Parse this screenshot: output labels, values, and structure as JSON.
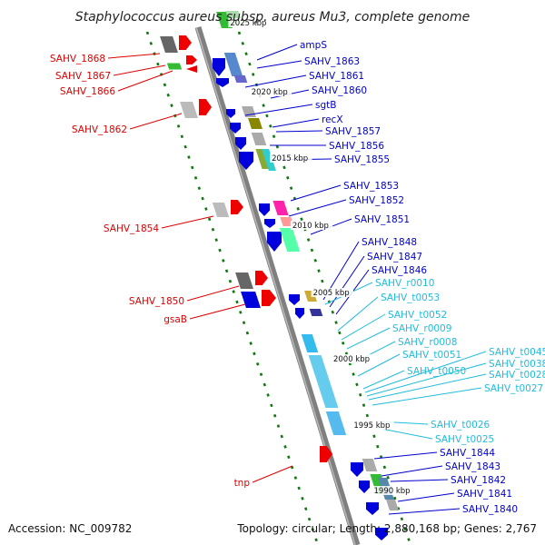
{
  "title": "Staphylococcus aureus subsp. aureus Mu3, complete genome",
  "footer": {
    "accession": "Accession: NC_009782",
    "info": "Topology: circular; Length: 2,880,168 bp; Genes: 2,767"
  },
  "colors": {
    "reverse_label": "#dd0000",
    "forward_label": "#0000cc",
    "rna_label": "#22bbdd",
    "backbone": "#808080",
    "track_dots": "#117711"
  },
  "ticks": [
    "2025 kbp",
    "2020 kbp",
    "2015 kbp",
    "2010 kbp",
    "2005 kbp",
    "2000 kbp",
    "1995 kbp",
    "1990 kbp"
  ],
  "labels_left": [
    "SAHV_1868",
    "SAHV_1867",
    "SAHV_1866",
    "SAHV_1862",
    "SAHV_1854",
    "SAHV_1850",
    "gsaB",
    "tnp"
  ],
  "labels_right_blue": [
    "ampS",
    "SAHV_1863",
    "SAHV_1861",
    "SAHV_1860",
    "sgtB",
    "recX",
    "SAHV_1857",
    "SAHV_1856",
    "SAHV_1855",
    "SAHV_1853",
    "SAHV_1852",
    "SAHV_1851",
    "SAHV_1848",
    "SAHV_1847",
    "SAHV_1846"
  ],
  "labels_right_cyan": [
    "SAHV_r0010",
    "SAHV_t0053",
    "SAHV_t0052",
    "SAHV_r0009",
    "SAHV_r0008",
    "SAHV_t0051",
    "SAHV_t0050",
    "SAHV_t0045",
    "SAHV_t0038",
    "SAHV_t0028",
    "SAHV_t0027",
    "SAHV_t0026",
    "SAHV_t0025"
  ],
  "labels_right_bottom": [
    "SAHV_1844",
    "SAHV_1843",
    "SAHV_1842",
    "SAHV_1841",
    "SAHV_1840"
  ]
}
